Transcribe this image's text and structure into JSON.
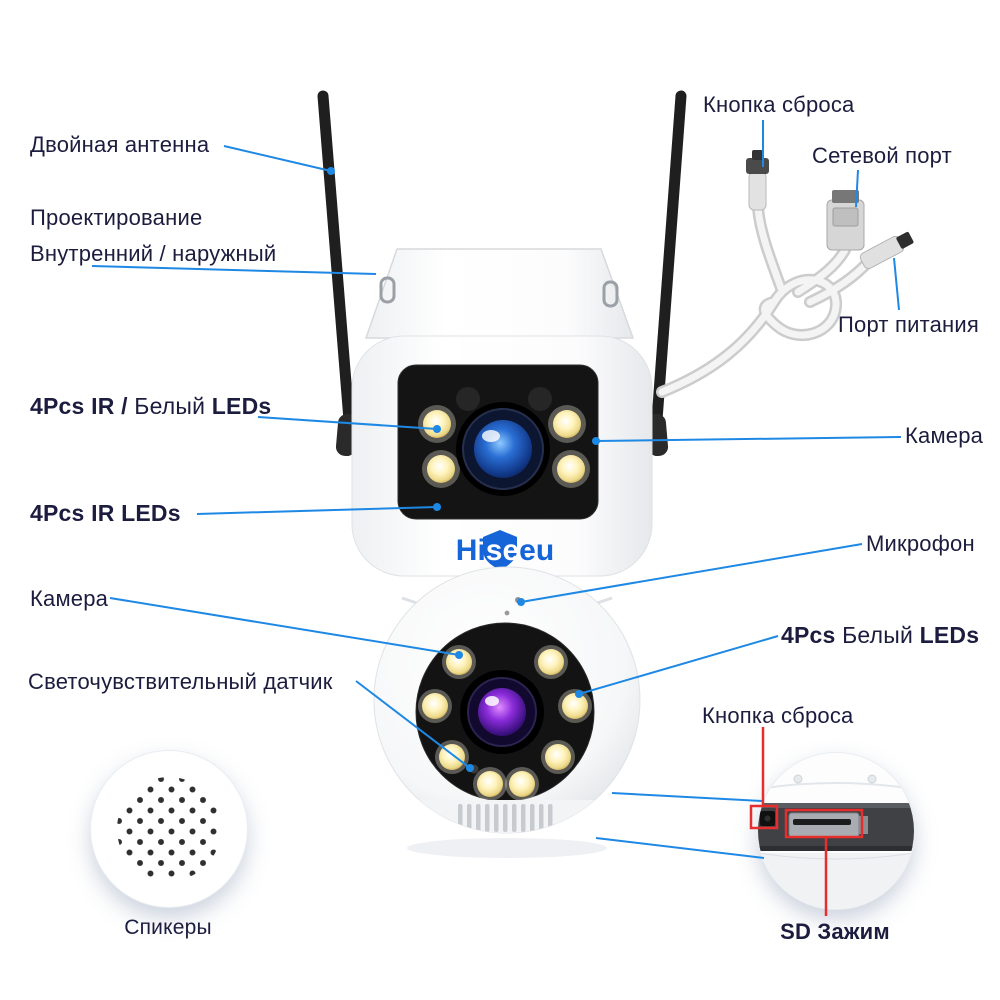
{
  "product": {
    "brand": {
      "p1": "Hi",
      "p2": "se",
      "p3": "eu"
    }
  },
  "labels": {
    "reset_top": "Кнопка сброса",
    "dual_antenna": "Двойная антенна",
    "network_port": "Сетевой порт",
    "projection_line1": "Проектирование",
    "projection_line2": "Внутренний / наружный",
    "power_port": "Порт питания",
    "ir_white": {
      "b1": "4Pcs IR / ",
      "n": "Белый ",
      "b2": "LEDs"
    },
    "camera_top": "Камера",
    "ir_leds": "4Pcs IR LEDs",
    "microphone": "Микрофон",
    "camera_bottom": "Камера",
    "white_leds": {
      "b1": "4Pcs ",
      "n": "Белый ",
      "b2": "LEDs"
    },
    "light_sensor": "Светочувствительный датчик",
    "reset_bottom": "Кнопка сброса",
    "speakers": "Спикеры",
    "sd_clip": "SD Зажим"
  },
  "colors": {
    "line_blue": "#1e88e5",
    "line_red": "#e62e2e",
    "label_text": "#1c1c3e",
    "brand_blue": "#1565d8"
  }
}
